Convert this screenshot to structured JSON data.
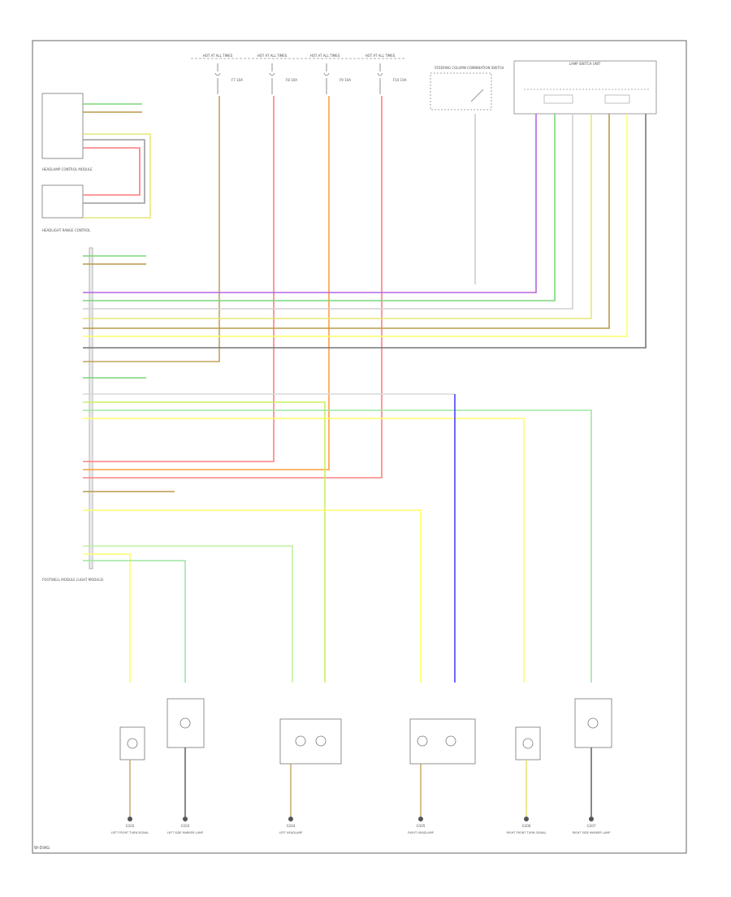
{
  "diagram": {
    "footer_code": "W-DIAG",
    "fuse_labels": [
      "HOT AT ALL TIMES",
      "HOT AT ALL TIMES",
      "HOT AT ALL TIMES",
      "HOT AT ALL TIMES"
    ],
    "fuse_ids": [
      "F7 10A",
      "F8 10A",
      "F9 10A",
      "F10 10A"
    ],
    "switch_box": "LAMP SWITCH UNIT",
    "combo_switch": "STEERING COLUMN COMBINATION SWITCH",
    "left_module": "HEADLAMP CONTROL MODULE",
    "left_module_2": "HEADLIGHT RANGE CONTROL",
    "main_module": "FOOTWELL MODULE (LIGHT MODULE)",
    "bottom_labels": [
      "LEFT FRONT TURN SIGNAL",
      "LEFT SIDE MARKER LAMP",
      "LEFT HEADLAMP",
      "RIGHT HEADLAMP",
      "RIGHT FRONT TURN SIGNAL",
      "RIGHT SIDE MARKER LAMP"
    ],
    "ground_labels": [
      "G102",
      "G103",
      "G104",
      "G105",
      "G106",
      "G107"
    ]
  }
}
